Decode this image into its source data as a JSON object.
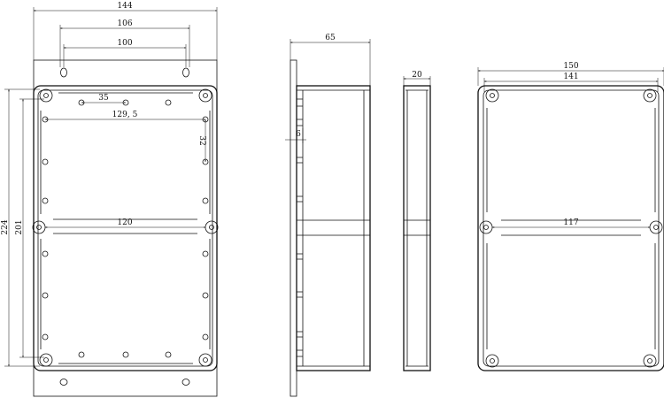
{
  "drawing": {
    "front_view": {
      "overall_width": "144",
      "mount_hole_pitch_outer": "106",
      "mount_hole_pitch_inner": "100",
      "screw_spacing": "35",
      "internal_hole_pitch": "129, 5",
      "internal_vertical_pitch": "32",
      "mid_width": "120",
      "overall_height": "224",
      "body_height": "201"
    },
    "side_view": {
      "depth": "65",
      "rib_thickness": "6"
    },
    "narrow_view": {
      "width": "20"
    },
    "back_view": {
      "overall_width": "150",
      "inner_width": "141",
      "mid_width": "117"
    }
  }
}
